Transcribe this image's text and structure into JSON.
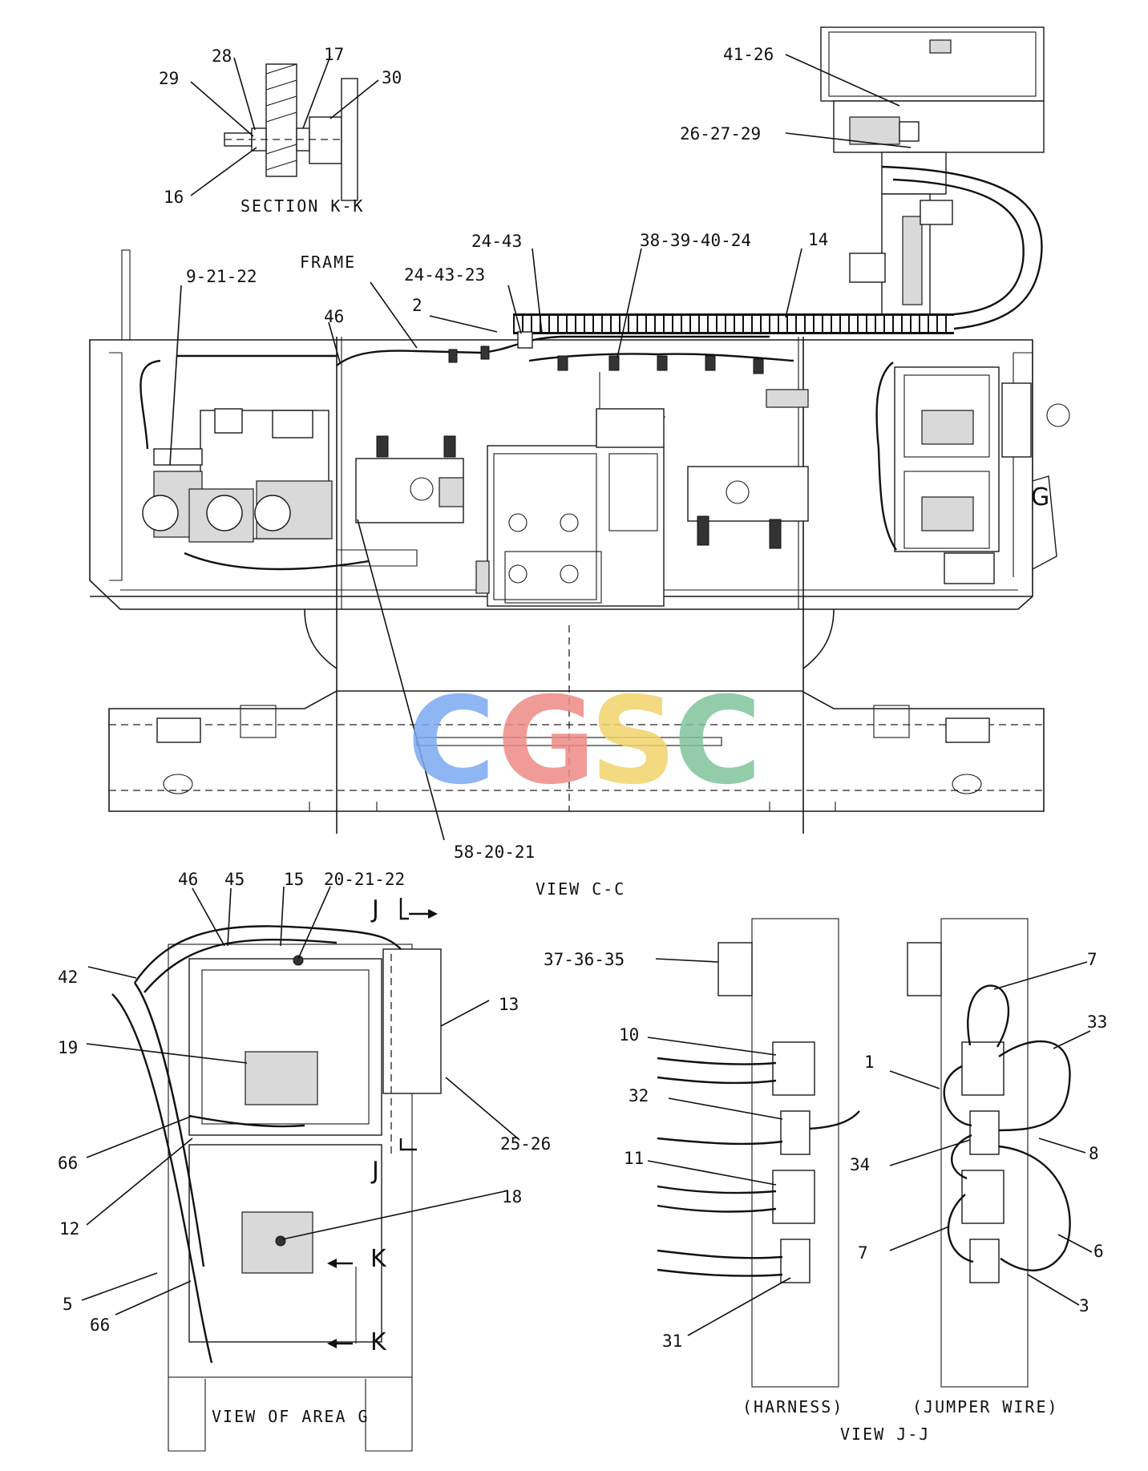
{
  "views": {
    "section_kk": "SECTION K-K",
    "frame_label": "FRAME",
    "view_cc": "VIEW C-C",
    "view_area_g": "VIEW OF AREA G",
    "view_jj": "VIEW J-J",
    "harness": "(HARNESS)",
    "jumper_wire": "(JUMPER WIRE)",
    "g_marker": "G",
    "j_marker": "J",
    "k_marker": "K"
  },
  "callouts": {
    "section_kk": [
      "28",
      "17",
      "29",
      "30",
      "16"
    ],
    "top_right": [
      "41-26",
      "26-27-29"
    ],
    "main": [
      "24-43",
      "38-39-40-24",
      "14",
      "24-43-23",
      "9-21-22",
      "2",
      "46",
      "58-20-21"
    ],
    "area_g": [
      "46",
      "45",
      "15",
      "20-21-22",
      "42",
      "13",
      "19",
      "25-26",
      "66",
      "12",
      "18",
      "5",
      "66"
    ],
    "view_jj": [
      "37-36-35",
      "10",
      "32",
      "11",
      "31",
      "7",
      "33",
      "1",
      "8",
      "34",
      "7",
      "6",
      "3"
    ]
  },
  "watermark": {
    "letters": [
      "C",
      "G",
      "S",
      "C"
    ],
    "colors": [
      "#7aaaf2",
      "#ee8a86",
      "#f2d46a",
      "#7fc49a"
    ]
  }
}
